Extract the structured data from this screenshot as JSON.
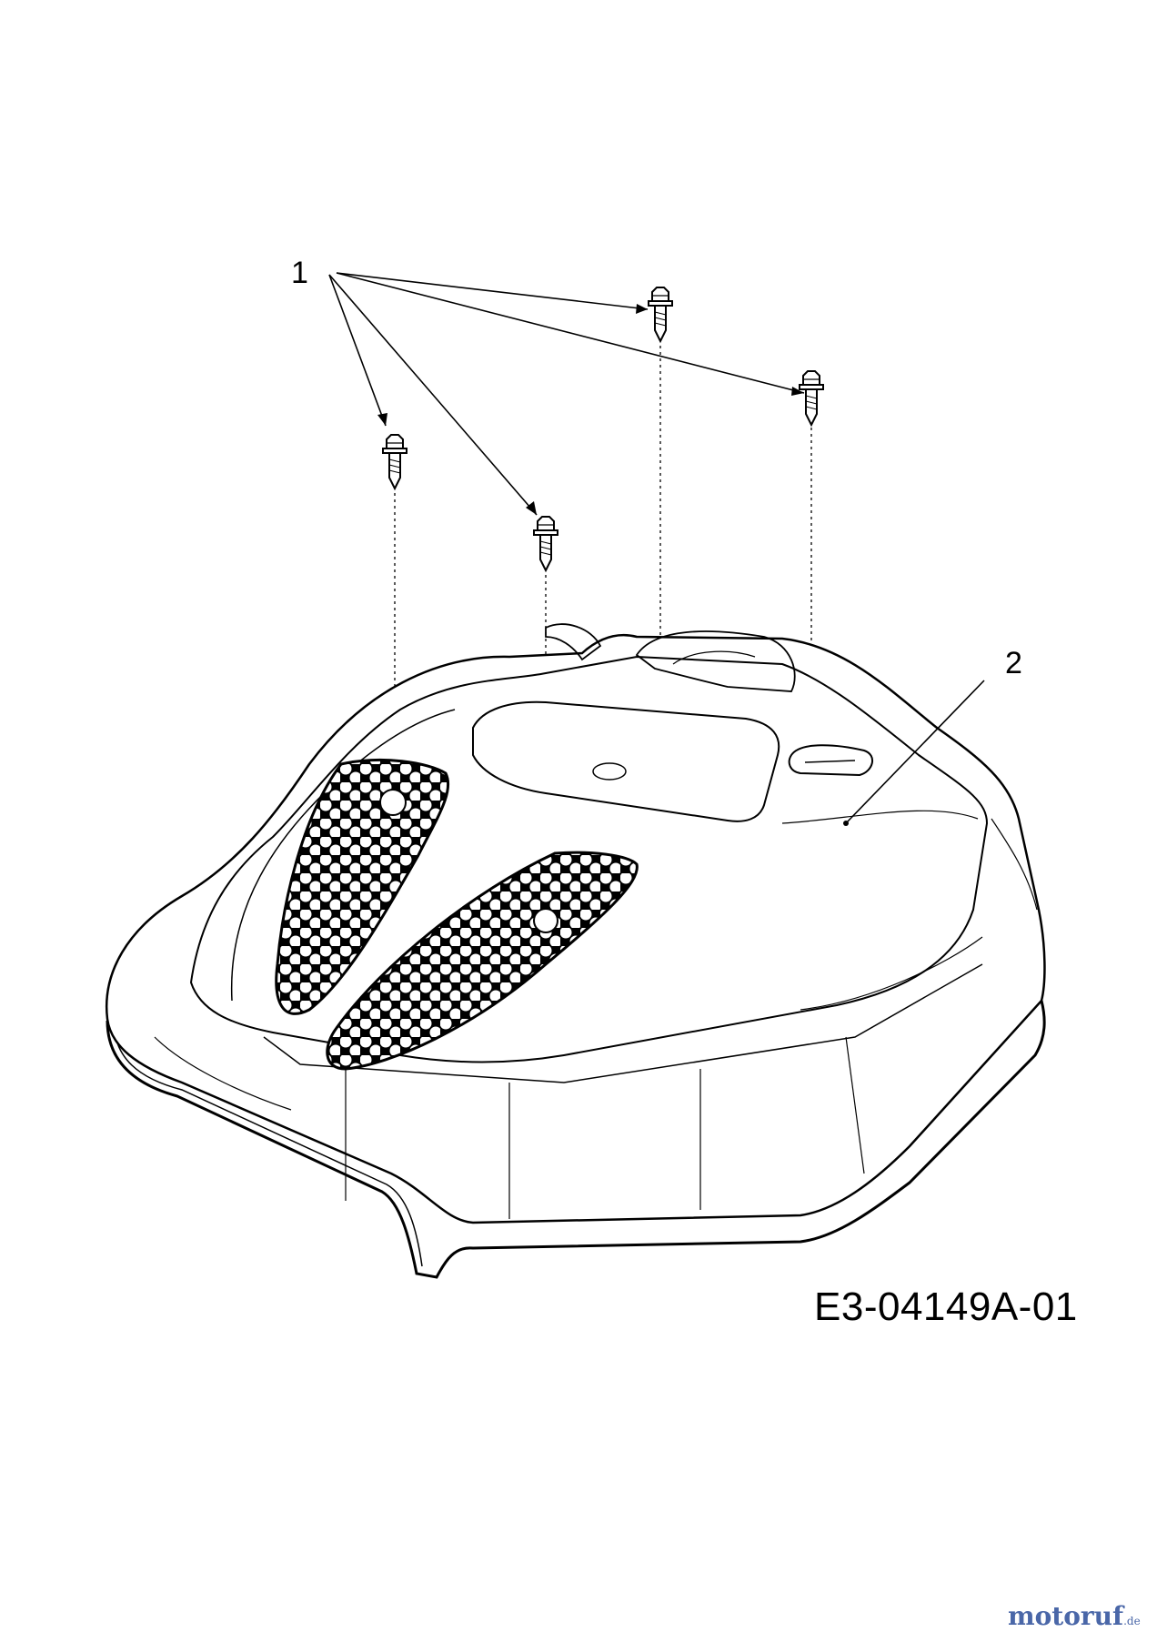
{
  "callouts": {
    "screws": "1",
    "cover": "2"
  },
  "part_number": "E3-04149A-01",
  "watermark": {
    "brand": "motoruf",
    "tld": ".de"
  },
  "parts": [
    {
      "callout": "1",
      "item": "screw",
      "count": 4
    },
    {
      "callout": "2",
      "item": "engine cover",
      "count": 1
    }
  ]
}
